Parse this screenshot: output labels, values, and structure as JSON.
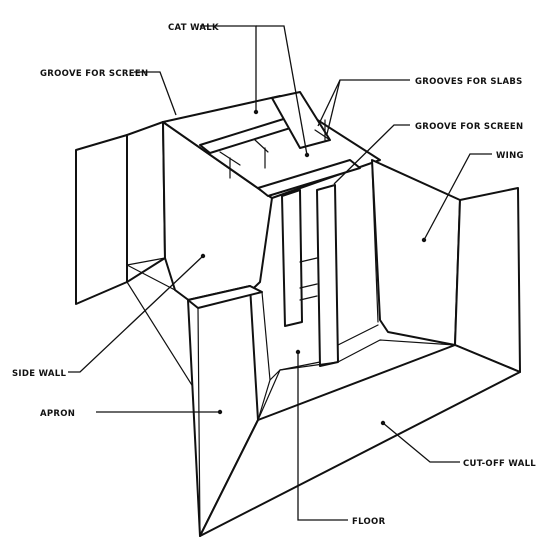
{
  "labels": {
    "cat_walk": "CAT WALK",
    "groove_for_screen_left": "GROOVE FOR SCREEN",
    "grooves_for_slabs": "GROOVES FOR SLABS",
    "groove_for_screen_right": "GROOVE FOR SCREEN",
    "wing": "WING",
    "side_wall": "SIDE WALL",
    "apron": "APRON",
    "cut_off_wall": "CUT-OFF WALL",
    "floor": "FLOOR"
  },
  "colors": {
    "ink": "#111111",
    "paper": "#ffffff"
  }
}
